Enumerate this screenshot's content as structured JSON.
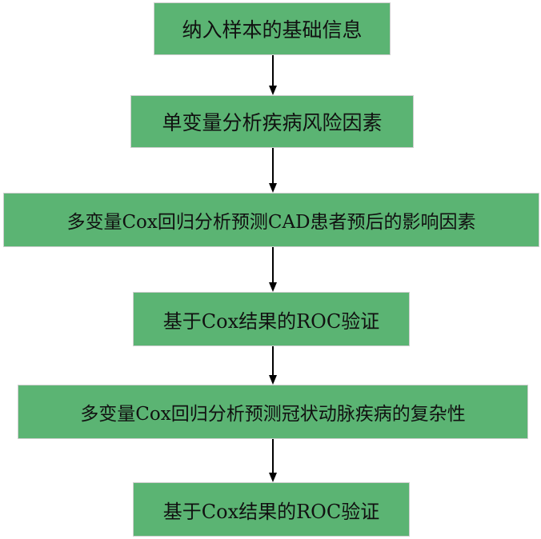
{
  "colors": {
    "box_fill": "#5bb473",
    "box_border": "#cfcfcf",
    "arrow": "#000000",
    "text": "#111111"
  },
  "steps": [
    {
      "label": "纳入样本的基础信息"
    },
    {
      "label": "单变量分析疾病风险因素"
    },
    {
      "label": "多变量Cox回归分析预测CAD患者预后的影响因素"
    },
    {
      "label": "基于Cox结果的ROC验证"
    },
    {
      "label": "多变量Cox回归分析预测冠状动脉疾病的复杂性"
    },
    {
      "label": "基于Cox结果的ROC验证"
    }
  ]
}
